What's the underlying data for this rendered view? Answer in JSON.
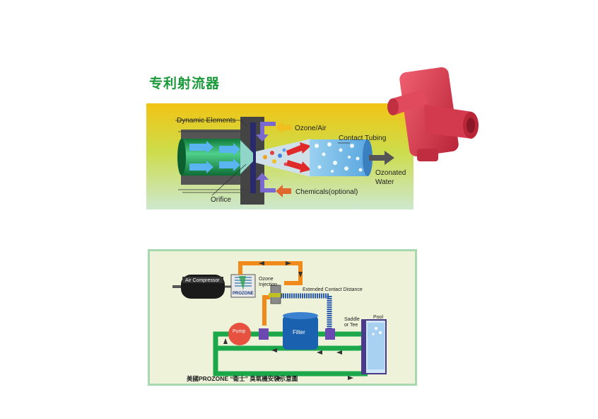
{
  "title": "专利射流器",
  "venturi_diagram": {
    "labels": {
      "dynamic_elements": "Dynamic Elements",
      "ozone_air": "Ozone/Air",
      "contact_tubing": "Contact Tubing",
      "ozonated_water": "Ozonated\nWater",
      "orifice": "Orifice",
      "chemicals": "Chemicals(optional)"
    },
    "colors": {
      "bg_top": "#f0c81a",
      "bg_bottom": "#cfe6c8",
      "pipe": "#1f9a55",
      "injector": "#4a4a4a",
      "red_fitting": "#d8384a"
    }
  },
  "system_diagram": {
    "labels": {
      "air_compressor": "Air Compressor",
      "prozone": "PROZONE",
      "ozone_injection": "Ozone\nInjection",
      "extended_contact": "Extended Contact Distance",
      "saddle_or_tee": "Saddle\nor Tee",
      "pool": "Pool",
      "pump": "Pump",
      "filter": "Filter",
      "caption": "美國PROZONE “衛士” 臭氧機安裝示意圖"
    },
    "colors": {
      "bg": "#eef3dc",
      "border": "#a8d8a8",
      "green_pipe": "#1aa84a",
      "orange_pipe": "#f08a1a",
      "filter": "#1a62b0",
      "pump": "#e85040"
    }
  }
}
